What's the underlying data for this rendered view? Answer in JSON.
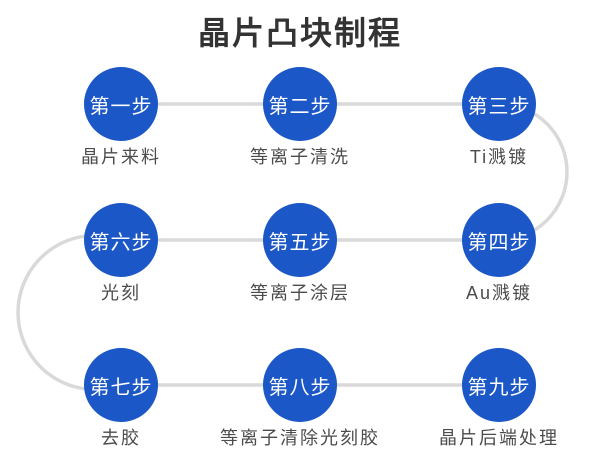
{
  "title": "晶片凸块制程",
  "colors": {
    "circle": "#1b57c7",
    "connector": "#d9d9d9",
    "title_text": "#333333",
    "label_text": "#4c4c4c",
    "step_text": "#ffffff",
    "background": "#ffffff"
  },
  "steps": [
    {
      "step": "第一步",
      "label": "晶片来料"
    },
    {
      "step": "第二步",
      "label": "等离子清洗"
    },
    {
      "step": "第三步",
      "label": "Ti溅镀"
    },
    {
      "step": "第四步",
      "label": "Au溅镀"
    },
    {
      "step": "第五步",
      "label": "等离子涂层"
    },
    {
      "step": "第六步",
      "label": "光刻"
    },
    {
      "step": "第七步",
      "label": "去胶"
    },
    {
      "step": "第八步",
      "label": "等离子清除光刻胶"
    },
    {
      "step": "第九步",
      "label": "晶片后端处理"
    }
  ]
}
